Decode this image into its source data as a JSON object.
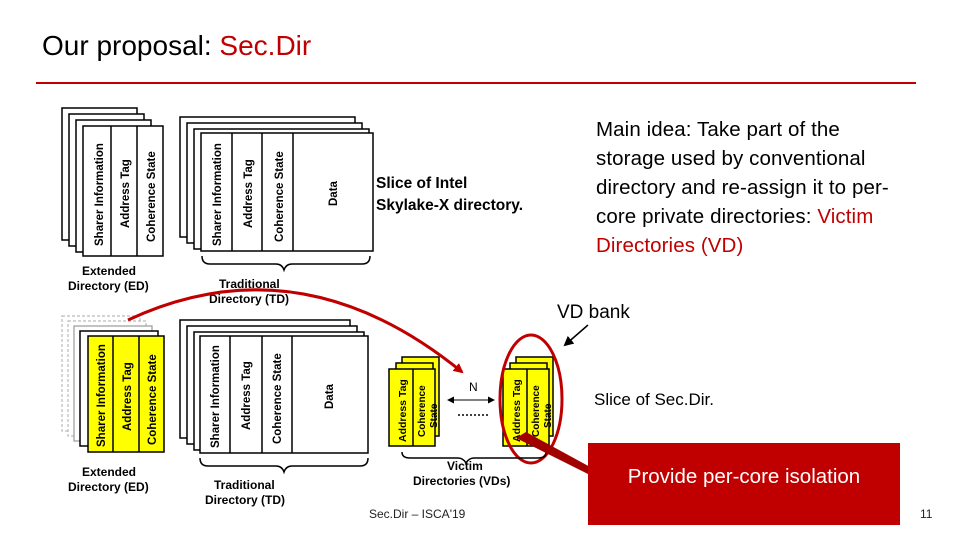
{
  "title": {
    "prefix": "Our proposal: ",
    "accent": "Sec.Dir"
  },
  "diagram": {
    "fields": {
      "sharer": "Sharer Information",
      "tag": "Address Tag",
      "coherence": "Coherence State",
      "coherence_line1": "Coherence",
      "coherence_line2": "State",
      "data": "Data"
    },
    "ed_label": {
      "line1": "Extended",
      "line2": "Directory (ED)"
    },
    "td_label": {
      "line1": "Traditional",
      "line2": "Directory (TD)"
    },
    "vd_label": {
      "line1": "Victim",
      "line2": "Directories (VDs)"
    },
    "n_label": "N",
    "colors": {
      "accent": "#c00000",
      "highlight": "#ffff00",
      "ghost": "#bbbbbb"
    }
  },
  "slice_intel": {
    "line1": "Slice of Intel",
    "line2": "Skylake-X directory."
  },
  "main_idea": {
    "line1": "Main idea: Take part of the",
    "line2": "storage used by conventional",
    "line3": "directory and re-assign it to per-",
    "line4_text": "core private directories: ",
    "line4_accent": "Victim",
    "line5_accent": "Directories (VD)"
  },
  "vd_bank": "VD bank",
  "slice_secdir": "Slice of Sec.Dir.",
  "callout": "Provide per-core isolation",
  "footer": "Sec.Dir – ISCA'19",
  "page_number": "11"
}
